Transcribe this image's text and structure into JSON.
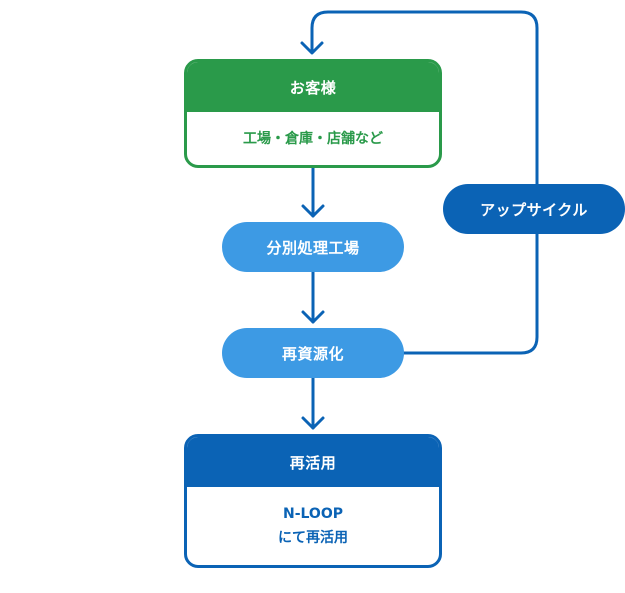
{
  "nodes": {
    "customer": {
      "title": "お客様",
      "subtitle": "工場・倉庫・店舗など"
    },
    "sorting": {
      "label": "分別処理工場"
    },
    "recycling": {
      "label": "再資源化"
    },
    "upcycle": {
      "label": "アップサイクル"
    },
    "reuse": {
      "title": "再活用",
      "body_line1": "N-LOOP",
      "body_line2": "にて再活用"
    }
  },
  "colors": {
    "green": "#2a9a4a",
    "light_blue": "#3d9ae4",
    "dark_blue": "#0b63b5",
    "connector": "#0b63b5"
  }
}
